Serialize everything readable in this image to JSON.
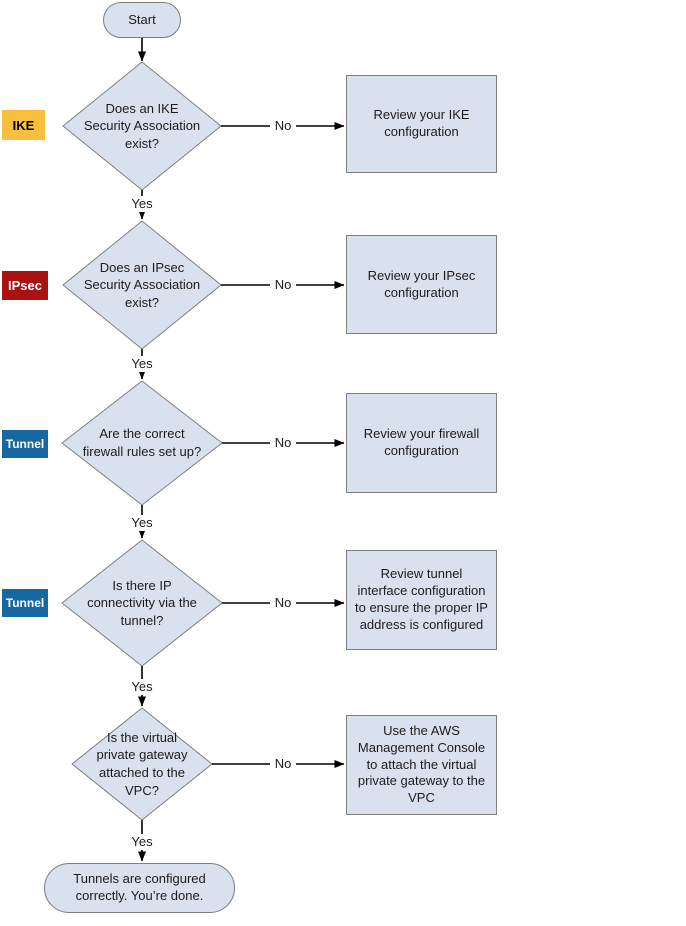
{
  "diagram": {
    "start_label": "Start",
    "end_label": "Tunnels are configured\ncorrectly. You’re done.",
    "yes": "Yes",
    "no": "No",
    "colors": {
      "node_fill": "#d9e0ee",
      "node_border": "#7f7f7f",
      "connector": "#000000",
      "ike_tag_bg": "#fbbf3f",
      "ike_tag_text": "#000000",
      "ipsec_tag_bg": "#aa1111",
      "ipsec_tag_text": "#ffffff",
      "tunnel_tag_bg": "#17689e",
      "tunnel_tag_text": "#ffffff"
    },
    "steps": [
      {
        "tag": "IKE",
        "question": "Does an IKE\nSecurity Association\nexist?",
        "no_action": "Review your IKE\nconfiguration"
      },
      {
        "tag": "IPsec",
        "question": "Does an IPsec\nSecurity Association\nexist?",
        "no_action": "Review your IPsec\nconfiguration"
      },
      {
        "tag": "Tunnel",
        "question": "Are the correct\nfirewall rules set up?",
        "no_action": "Review your firewall\nconfiguration"
      },
      {
        "tag": "Tunnel",
        "question": "Is there IP\nconnectivity via the\ntunnel?",
        "no_action": "Review tunnel\ninterface configuration\nto ensure the proper IP\naddress is configured"
      },
      {
        "tag": "",
        "question": "Is the virtual\nprivate gateway\nattached to the\nVPC?",
        "no_action": "Use the AWS\nManagement Console\nto attach the virtual\nprivate gateway to the\nVPC"
      }
    ]
  }
}
